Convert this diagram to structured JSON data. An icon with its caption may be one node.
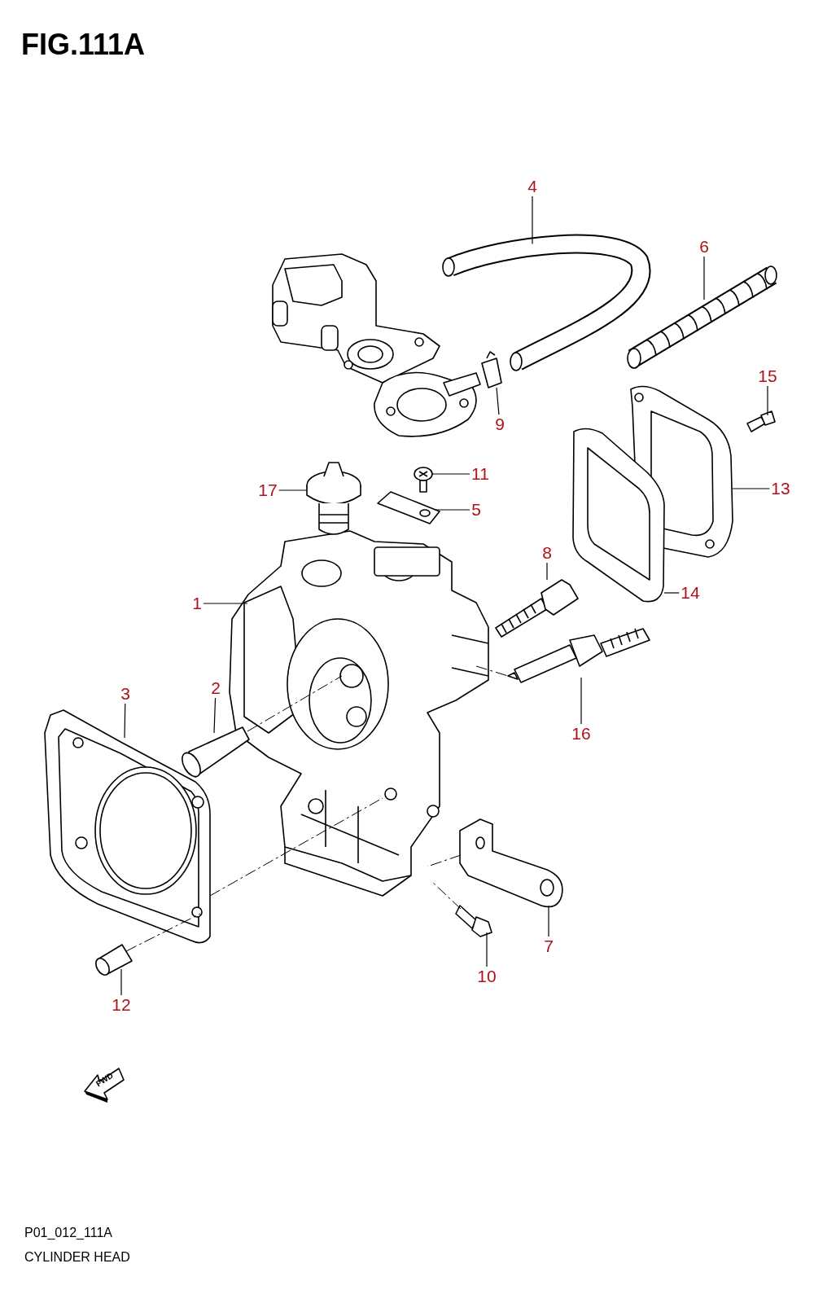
{
  "diagram": {
    "title": "FIG.111A",
    "nodes": [
      {
        "text": [
          "1"
        ]
      },
      {
        "text": [
          "2"
        ]
      },
      {
        "text": [
          "3"
        ]
      },
      {
        "text": [
          "4"
        ]
      },
      {
        "text": [
          "5"
        ]
      },
      {
        "text": [
          "6"
        ]
      },
      {
        "text": [
          "7"
        ]
      },
      {
        "text": [
          "8"
        ]
      },
      {
        "text": [
          "9"
        ]
      },
      {
        "text": [
          "10"
        ]
      },
      {
        "text": [
          "11"
        ]
      },
      {
        "text": [
          "12"
        ]
      },
      {
        "text": [
          "13"
        ]
      },
      {
        "text": [
          "14"
        ]
      },
      {
        "text": [
          "15"
        ]
      },
      {
        "text": [
          "16"
        ]
      },
      {
        "text": [
          "17"
        ]
      },
      {
        "text": [],
        "shape": "picture"
      },
      {
        "text": [],
        "shape": "picture"
      },
      {
        "text": [],
        "shape": "picture"
      },
      {
        "text": [],
        "shape": "picture"
      },
      {
        "text": [],
        "shape": "picture"
      },
      {
        "text": [],
        "shape": "picture"
      },
      {
        "text": [],
        "shape": "picture"
      },
      {
        "text": [],
        "shape": "picture"
      },
      {
        "text": [],
        "shape": "picture"
      },
      {
        "text": [],
        "shape": "picture"
      },
      {
        "text": [],
        "shape": "picture"
      },
      {
        "text": [],
        "shape": "picture"
      },
      {
        "text": [],
        "shape": "picture"
      },
      {
        "text": [],
        "shape": "picture"
      },
      {
        "text": [],
        "shape": "picture"
      },
      {
        "text": [],
        "shape": "picture"
      },
      {
        "text": [],
        "shape": "picture"
      },
      {
        "text": [
          "FWD"
        ]
      }
    ],
    "edges": [
      {
        "from": 0,
        "to": 17,
        "arrow": "none"
      },
      {
        "from": 1,
        "to": 18,
        "arrow": "none"
      },
      {
        "from": 2,
        "to": 19,
        "arrow": "none"
      },
      {
        "from": 3,
        "to": 20,
        "arrow": "none"
      },
      {
        "from": 4,
        "to": 21,
        "arrow": "none"
      },
      {
        "from": 5,
        "to": 22,
        "arrow": "none"
      },
      {
        "from": 6,
        "to": 23,
        "arrow": "none"
      },
      {
        "from": 7,
        "to": 24,
        "arrow": "none"
      },
      {
        "from": 8,
        "to": 25,
        "arrow": "none"
      },
      {
        "from": 9,
        "to": 26,
        "arrow": "none"
      },
      {
        "from": 10,
        "to": 27,
        "arrow": "none"
      },
      {
        "from": 11,
        "to": 28,
        "arrow": "none"
      },
      {
        "from": 12,
        "to": 29,
        "arrow": "none"
      },
      {
        "from": 13,
        "to": 30,
        "arrow": "none"
      },
      {
        "from": 14,
        "to": 31,
        "arrow": "none"
      },
      {
        "from": 15,
        "to": 32,
        "arrow": "none"
      },
      {
        "from": 16,
        "to": 33,
        "arrow": "none"
      },
      {
        "from": 19,
        "to": 17,
        "arrow": "none",
        "style": "dashed"
      },
      {
        "from": 28,
        "to": 19,
        "arrow": "none",
        "style": "dashed"
      },
      {
        "from": 18,
        "to": 17,
        "arrow": "none",
        "style": "dashed"
      },
      {
        "from": 26,
        "to": 17,
        "arrow": "none",
        "style": "dashed"
      },
      {
        "from": 17,
        "to": 32,
        "arrow": "none",
        "style": "dashed"
      },
      {
        "from": 23,
        "to": 17,
        "arrow": "none",
        "style": "dashed"
      }
    ],
    "labels": [
      "P01_012_111A",
      "CYLINDER HEAD"
    ]
  }
}
